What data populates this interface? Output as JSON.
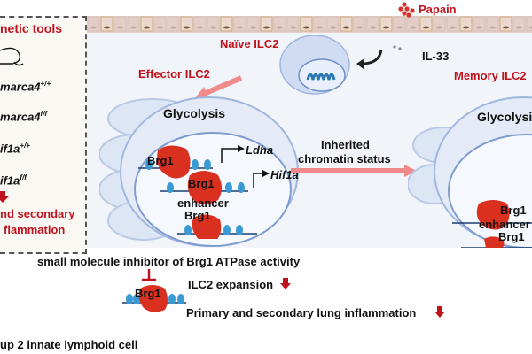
{
  "left_panel": {
    "title": "netic tools",
    "items": [
      {
        "gene": "marca4",
        "genotype": "+/+"
      },
      {
        "gene": "marca4",
        "genotype": "f/f"
      },
      {
        "gene": "if1a",
        "genotype": "+/+"
      },
      {
        "gene": "if1a",
        "genotype": "f/f"
      }
    ],
    "outcome_line1": "nd secondary",
    "outcome_line2": "flammation"
  },
  "top": {
    "stimulus": "Papain",
    "cytokine": "IL-33",
    "naive_label": "Naïve ILC2"
  },
  "effector": {
    "label": "Effector ILC2",
    "nucleus_title": "Glycolysis",
    "protein": "Brg1",
    "gene1": "Ldha",
    "gene2": "Hif1a",
    "enhancer": "enhancer"
  },
  "transition": {
    "line1": "Inherited",
    "line2": "chromatin status"
  },
  "memory": {
    "label": "Memory ILC2",
    "nucleus_title": "Glycolysis",
    "protein": "Brg1",
    "enhancer": "enhancer"
  },
  "bottom": {
    "inhibitor": "small molecule inhibitor of Brg1 ATPase activity",
    "protein": "Brg1",
    "effect1": "ILC2 expansion",
    "effect2": "Primary and secondary lung inflammation",
    "footnote": "up 2 innate lymphoid cell"
  },
  "colors": {
    "accent_red": "#c0121c",
    "arrow_pink": "#f08a8a",
    "brg1_red": "#d9301f",
    "dna_blue": "#2f8fc7"
  }
}
